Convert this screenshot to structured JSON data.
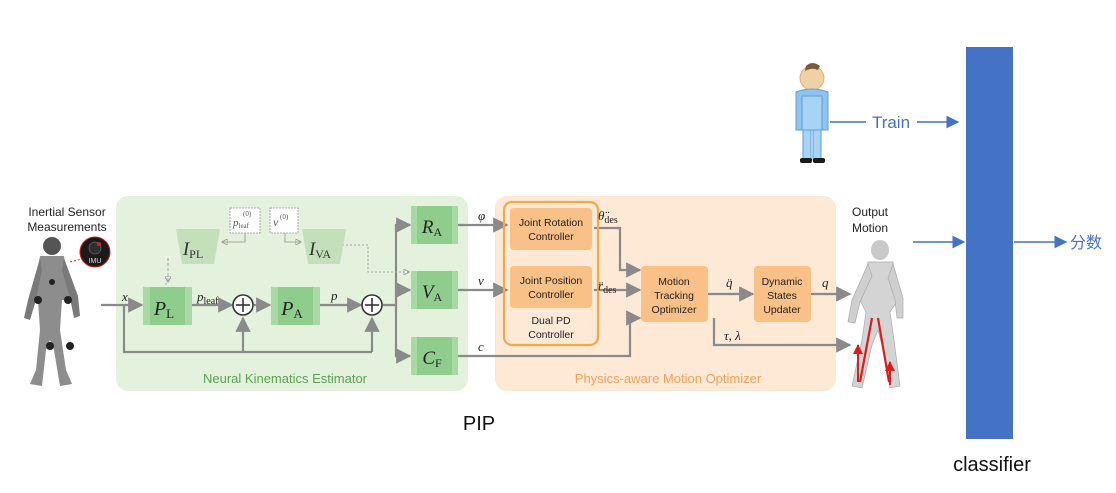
{
  "diagram": {
    "inputs": {
      "title_line1": "Inertial Sensor",
      "title_line2": "Measurements",
      "imu_label": "IMU"
    },
    "nke": {
      "panel_label": "Neural Kinematics Estimator",
      "P_L": "P",
      "P_L_sub": "L",
      "P_A": "P",
      "P_A_sub": "A",
      "I_PL": "I",
      "I_PL_sub": "PL",
      "I_VA": "I",
      "I_VA_sub": "VA",
      "init_leaf": "p",
      "init_leaf_sub": "leaf",
      "init_leaf_sup": "(0)",
      "init_v": "v",
      "init_v_sup": "(0)",
      "R_A": "R",
      "R_A_sub": "A",
      "V_A": "V",
      "V_A_sub": "A",
      "C_F": "C",
      "C_F_sub": "F",
      "sig_x": "x",
      "sig_pleaf": "p",
      "sig_pleaf_sub": "leaf",
      "sig_p": "p",
      "sig_phi": "φ",
      "sig_v": "v",
      "sig_c": "c"
    },
    "pmo": {
      "panel_label": "Physics-aware Motion Optimizer",
      "joint_rotation_l1": "Joint Rotation",
      "joint_rotation_l2": "Controller",
      "joint_position_l1": "Joint Position",
      "joint_position_l2": "Controller",
      "dual_pd_l1": "Dual PD",
      "dual_pd_l2": "Controller",
      "motion_tracking_l1": "Motion",
      "motion_tracking_l2": "Tracking",
      "motion_tracking_l3": "Optimizer",
      "dynamic_l1": "Dynamic",
      "dynamic_l2": "States",
      "dynamic_l3": "Updater",
      "sig_theta": "θ̈",
      "sig_theta_sub": "des",
      "sig_r": "r̈",
      "sig_r_sub": "des",
      "sig_qdd": "q̈",
      "sig_tau": "τ, λ",
      "sig_q": "q"
    },
    "output": {
      "line1": "Output",
      "line2": "Motion"
    },
    "pip_label": "PIP",
    "train_label": "Train",
    "classifier_label": "classifier",
    "score_label": "分数",
    "colors": {
      "green_panel": "#e3f1dd",
      "green_block": "#8fcd8c",
      "orange_panel": "#fde9d6",
      "orange_block": "#f9c087",
      "orange_border": "#f5a84a",
      "classifier_bar": "#4472c4",
      "arrow_blue": "#4472c4"
    }
  }
}
